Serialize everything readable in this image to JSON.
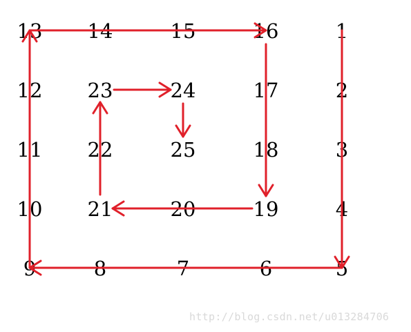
{
  "grid": {
    "rows": [
      [
        "13",
        "14",
        "15",
        "16",
        "1"
      ],
      [
        "12",
        "23",
        "24",
        "17",
        "2"
      ],
      [
        "11",
        "22",
        "25",
        "18",
        "3"
      ],
      [
        "10",
        "21",
        "20",
        "19",
        "4"
      ],
      [
        "9",
        "8",
        "7",
        "6",
        "5"
      ]
    ]
  },
  "arrows": {
    "color": "#e0202a",
    "path": [
      "1",
      "5",
      "9",
      "13",
      "16",
      "19",
      "21",
      "23",
      "24",
      "25"
    ]
  },
  "watermark": {
    "text": "http://blog.csdn.net/u013284706",
    "color": "#d9d9d9"
  }
}
